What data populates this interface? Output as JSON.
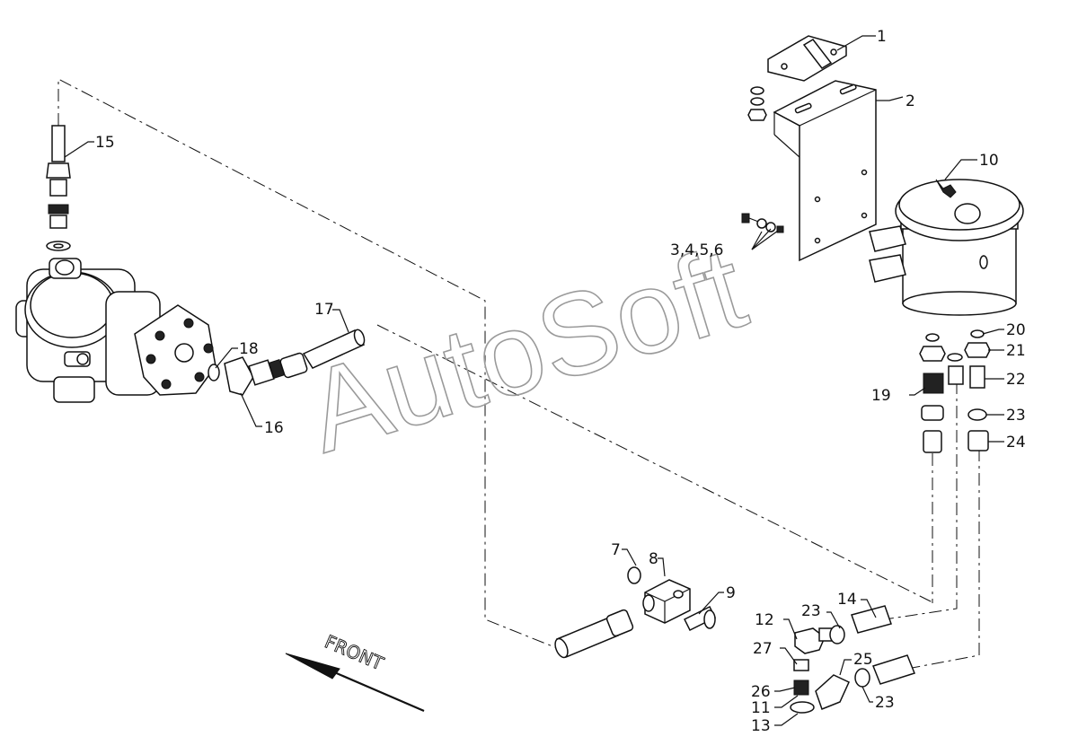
{
  "watermark": "AutoSoft",
  "direction_label": "FRONT",
  "callouts": {
    "c1": "1",
    "c2": "2",
    "c3456": "3,4,5,6",
    "c7": "7",
    "c8": "8",
    "c9": "9",
    "c10": "10",
    "c11": "11",
    "c12": "12",
    "c13": "13",
    "c14": "14",
    "c15": "15",
    "c16": "16",
    "c17": "17",
    "c18": "18",
    "c19": "19",
    "c20": "20",
    "c21": "21",
    "c22": "22",
    "c23a": "23",
    "c23b": "23",
    "c23c": "23",
    "c24": "24",
    "c25": "25",
    "c26": "26",
    "c27": "27"
  }
}
